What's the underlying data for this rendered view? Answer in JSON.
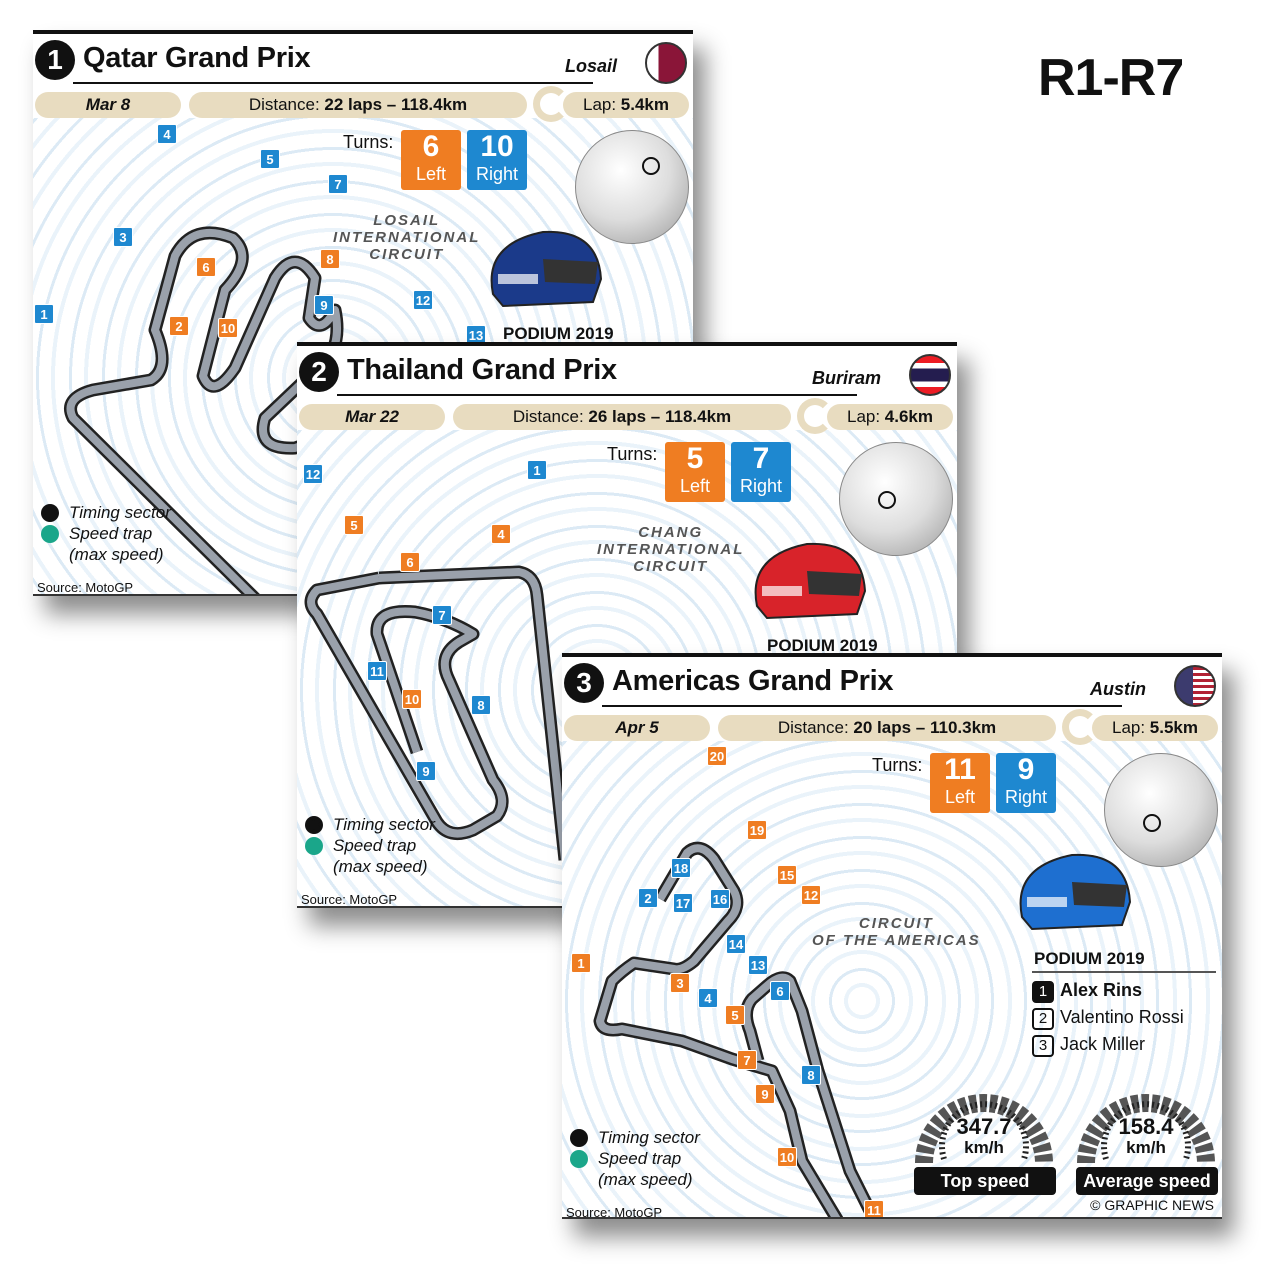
{
  "heading": "R1-R7",
  "labels": {
    "turns": "Turns:",
    "left": "Left",
    "right": "Right",
    "podium": "PODIUM 2019",
    "timing": "Timing sector",
    "speed_trap": "Speed trap",
    "max_speed": "(max speed)",
    "source": "Source: MotoGP",
    "dist_prefix": "Distance: ",
    "lap_prefix": "Lap: "
  },
  "colors": {
    "left": "#ef7d22",
    "right": "#1e88d0",
    "pill": "#e8dcc0"
  },
  "races": [
    {
      "num": "1",
      "title": "Qatar Grand Prix",
      "location": "Losail",
      "date": "Mar 8",
      "distance": "22 laps – 118.4km",
      "lap": "5.4km",
      "left": "6",
      "right": "10",
      "circuit": "LOSAIL\nINTERNATIONAL\nCIRCUIT",
      "turns": [
        {
          "n": "1",
          "d": "R"
        },
        {
          "n": "2",
          "d": "L"
        },
        {
          "n": "3",
          "d": "R"
        },
        {
          "n": "4",
          "d": "R"
        },
        {
          "n": "5",
          "d": "R"
        },
        {
          "n": "6",
          "d": "L"
        },
        {
          "n": "7",
          "d": "R"
        },
        {
          "n": "8",
          "d": "L"
        },
        {
          "n": "9",
          "d": "R"
        },
        {
          "n": "10",
          "d": "L"
        },
        {
          "n": "12",
          "d": "R"
        },
        {
          "n": "13",
          "d": "R"
        }
      ]
    },
    {
      "num": "2",
      "title": "Thailand Grand Prix",
      "location": "Buriram",
      "date": "Mar 22",
      "distance": "26 laps – 118.4km",
      "lap": "4.6km",
      "left": "5",
      "right": "7",
      "circuit": "CHANG\nINTERNATIONAL\nCIRCUIT",
      "turns": [
        {
          "n": "1",
          "d": "R"
        },
        {
          "n": "4",
          "d": "L"
        },
        {
          "n": "5",
          "d": "L"
        },
        {
          "n": "6",
          "d": "L"
        },
        {
          "n": "7",
          "d": "R"
        },
        {
          "n": "8",
          "d": "R"
        },
        {
          "n": "9",
          "d": "R"
        },
        {
          "n": "10",
          "d": "L"
        },
        {
          "n": "11",
          "d": "R"
        },
        {
          "n": "12",
          "d": "R"
        }
      ]
    },
    {
      "num": "3",
      "title": "Americas Grand Prix",
      "location": "Austin",
      "date": "Apr 5",
      "distance": "20 laps – 110.3km",
      "lap": "5.5km",
      "left": "11",
      "right": "9",
      "circuit": "CIRCUIT\nOF THE AMERICAS",
      "turns": [
        {
          "n": "1",
          "d": "L"
        },
        {
          "n": "2",
          "d": "R"
        },
        {
          "n": "3",
          "d": "L"
        },
        {
          "n": "4",
          "d": "R"
        },
        {
          "n": "5",
          "d": "L"
        },
        {
          "n": "6",
          "d": "R"
        },
        {
          "n": "7",
          "d": "L"
        },
        {
          "n": "8",
          "d": "R"
        },
        {
          "n": "9",
          "d": "L"
        },
        {
          "n": "10",
          "d": "L"
        },
        {
          "n": "11",
          "d": "L"
        },
        {
          "n": "12",
          "d": "L"
        },
        {
          "n": "13",
          "d": "R"
        },
        {
          "n": "14",
          "d": "R"
        },
        {
          "n": "15",
          "d": "L"
        },
        {
          "n": "16",
          "d": "R"
        },
        {
          "n": "17",
          "d": "R"
        },
        {
          "n": "18",
          "d": "R"
        },
        {
          "n": "19",
          "d": "L"
        },
        {
          "n": "20",
          "d": "L"
        }
      ],
      "podium": [
        {
          "pos": "1",
          "name": "Alex Rins"
        },
        {
          "pos": "2",
          "name": "Valentino Rossi"
        },
        {
          "pos": "3",
          "name": "Jack Miller"
        }
      ],
      "top_speed": {
        "value": "347.7",
        "unit": "km/h",
        "label": "Top speed"
      },
      "avg_speed": {
        "value": "158.4",
        "unit": "km/h",
        "label": "Average speed"
      },
      "copyright": "© GRAPHIC NEWS"
    }
  ]
}
